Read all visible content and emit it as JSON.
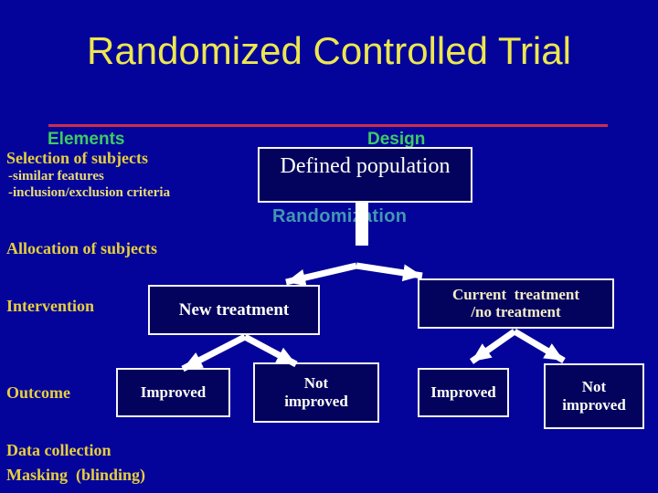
{
  "slide": {
    "title": "Randomized Controlled Trial"
  },
  "headers": {
    "elements": "Elements",
    "design": "Design"
  },
  "left": {
    "selection": "Selection of subjects",
    "bullets": [
      "-similar features",
      "-inclusion/exclusion criteria"
    ],
    "allocation": "Allocation of subjects",
    "intervention": "Intervention",
    "outcome": "Outcome",
    "data_collection": "Data collection",
    "masking": "Masking  (blinding)"
  },
  "flow": {
    "defined_population": "Defined population",
    "randomization": "Randomization",
    "new_treatment": "New treatment",
    "current_treatment": "Current  treatment\n/no treatment",
    "improved_left": "Improved",
    "not_improved_left": "Not\nimproved",
    "improved_right": "Improved",
    "not_improved_right": "Not\nimproved"
  },
  "theme": {
    "bg": "#04049a",
    "box-fill": "#03035e",
    "box-border": "#f5f5f5",
    "title": "#ede74e",
    "header-green": "#3ecb63",
    "label-gold": "#e6ce3e",
    "bullet-pale": "#ebdd74",
    "randomization": "#4397b0",
    "line-red": "#ce2d4e",
    "arrow": "#ffffff",
    "box-text": "#fffff6",
    "current-text": "#f3ecc4"
  }
}
